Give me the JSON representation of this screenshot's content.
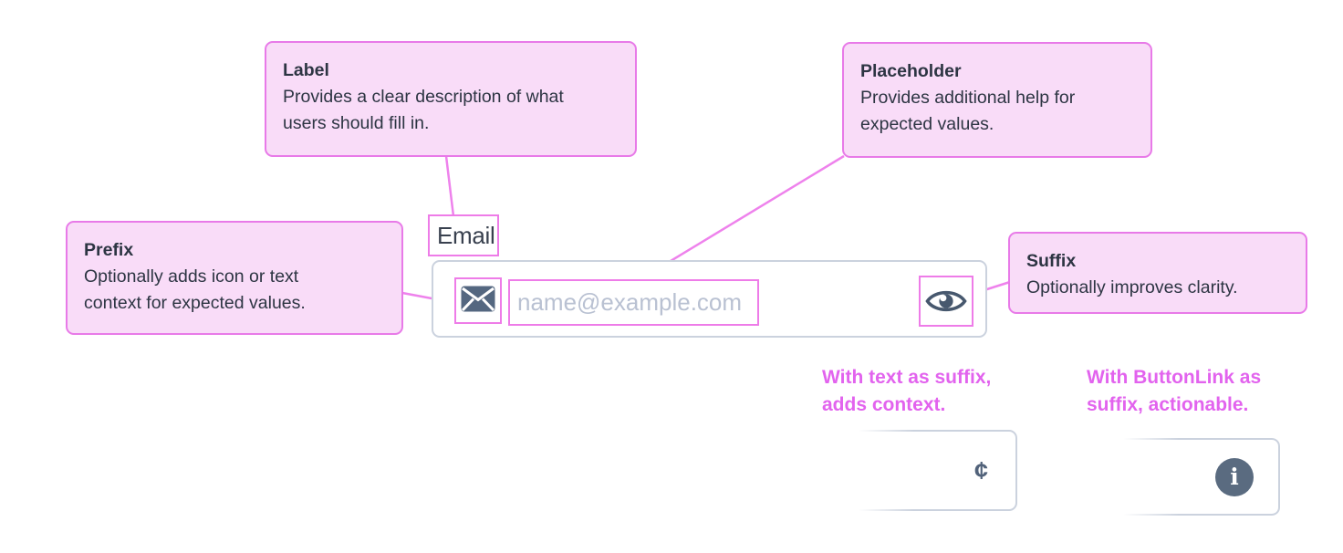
{
  "colors": {
    "callout_bg": "#f9dcf8",
    "callout_border": "#e87ae8",
    "annotation_pink": "#ee7ce8",
    "accent_caption": "#e263ee",
    "dark_text": "#2d3543",
    "input_border": "#cbd2de",
    "placeholder_text": "#b9c1d2",
    "icon_slate": "#52657e"
  },
  "callouts": {
    "label": {
      "title": "Label",
      "body": "Provides a clear description of what users should fill in."
    },
    "placeholder": {
      "title": "Placeholder",
      "body": "Provides additional help for expected values."
    },
    "prefix": {
      "title": "Prefix",
      "body": "Optionally adds icon or text context for expected values."
    },
    "suffix": {
      "title": "Suffix",
      "body": "Optionally improves clarity."
    }
  },
  "email_field": {
    "label": "Email",
    "placeholder": "name@example.com",
    "prefix_icon": "envelope-icon",
    "suffix_icon": "eye-icon"
  },
  "examples": {
    "text_suffix": {
      "caption": "With text as suffix, adds context.",
      "suffix": "¢"
    },
    "buttonlink_suffix": {
      "caption": "With ButtonLink as suffix, actionable.",
      "icon_label": "i"
    }
  }
}
